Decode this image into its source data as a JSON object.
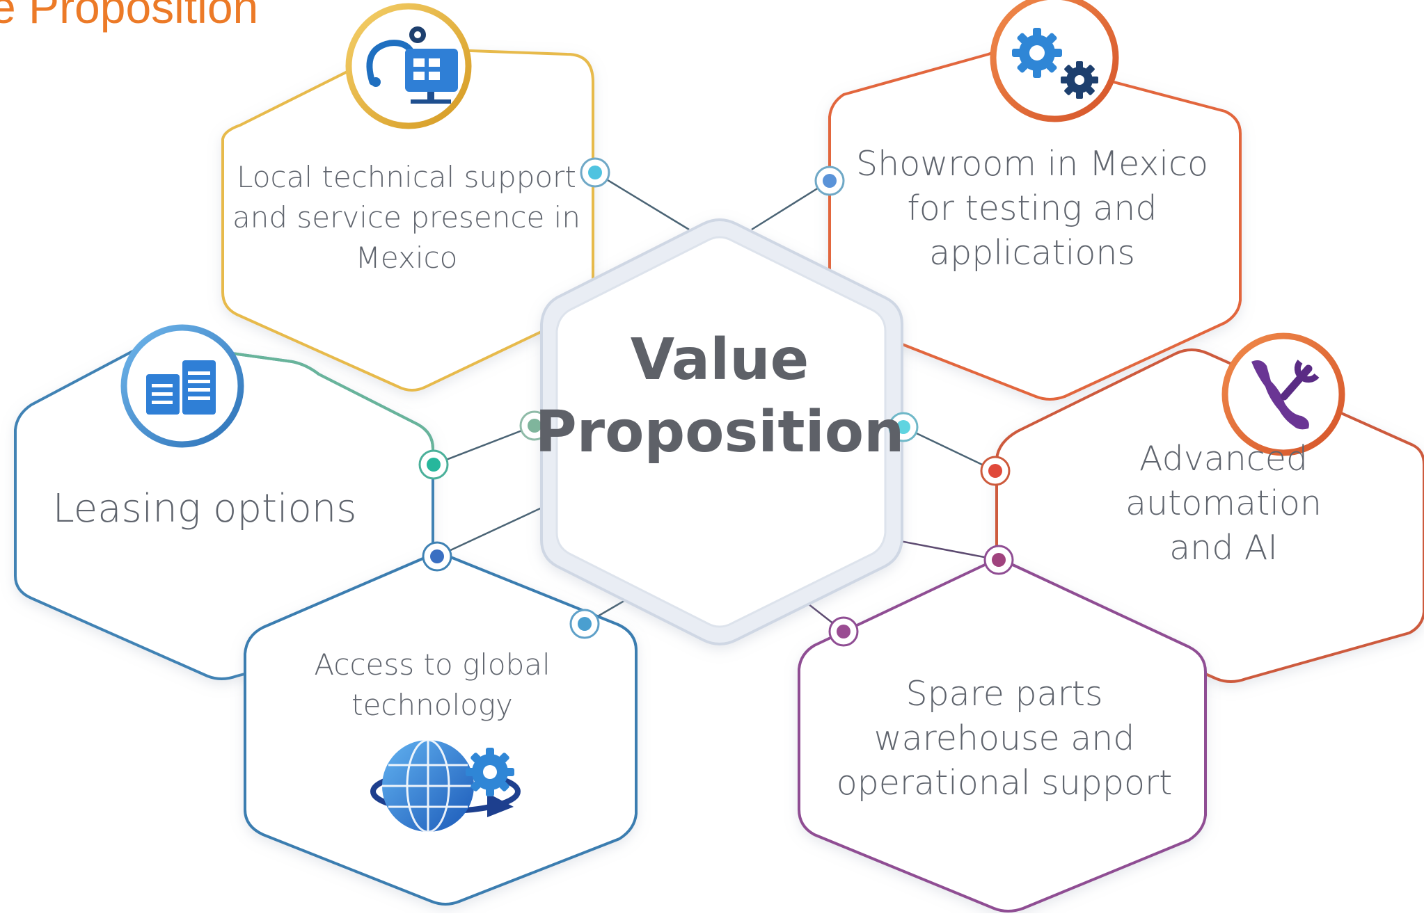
{
  "header": {
    "title": "e Proposition"
  },
  "center": {
    "label": "Value\nProposition"
  },
  "nodes": [
    {
      "id": "local-support",
      "label": "Local technical support\nand service presence in\nMexico",
      "color": "#e7ba4c",
      "icon": "technical-support-icon"
    },
    {
      "id": "showroom",
      "label": "Showroom in Mexico\nfor testing and\napplications",
      "color": "#e2663c",
      "icon": "gears-icon"
    },
    {
      "id": "leasing",
      "label": "Leasing options",
      "color": "#3f82b4",
      "icon": "documents-icon"
    },
    {
      "id": "automation",
      "label": "Advanced automation\nand AI",
      "color": "#cd5a3c",
      "icon": "mexico-map-wrench-icon"
    },
    {
      "id": "global-tech",
      "label": "Access to global\ntechnology",
      "color": "#3a7db0",
      "icon": "globe-gear-icon"
    },
    {
      "id": "spare-parts",
      "label": "Spare parts\nwarehouse and\noperational support",
      "color": "#8f4d93",
      "icon": "none"
    }
  ]
}
